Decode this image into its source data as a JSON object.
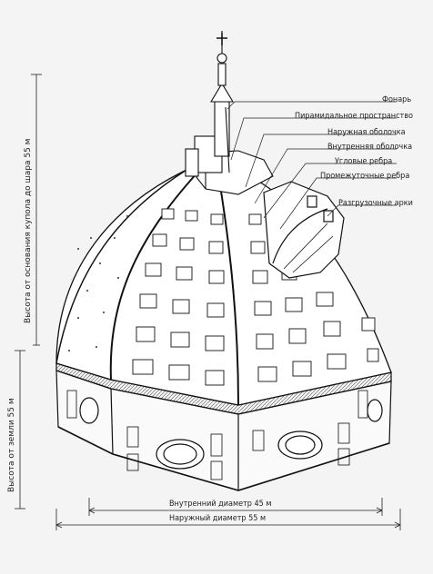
{
  "labels": {
    "lantern": "Фонарь",
    "pyramid_space": "Пирамидальное пространство",
    "outer_shell": "Наружная оболочка",
    "inner_shell": "Внутренняя оболочка",
    "corner_ribs": "Угловые ребра",
    "intermediate_ribs": "Промежуточные ребра",
    "relief_arches": "Разгрузочные арки"
  },
  "dimensions": {
    "height_dome": "Высота от основания купола до шара 55 м",
    "height_ground": "Высота от земли 55 м",
    "inner_diameter": "Внутренний диаметр 45 м",
    "outer_diameter": "Наружный диаметр 55 м"
  }
}
